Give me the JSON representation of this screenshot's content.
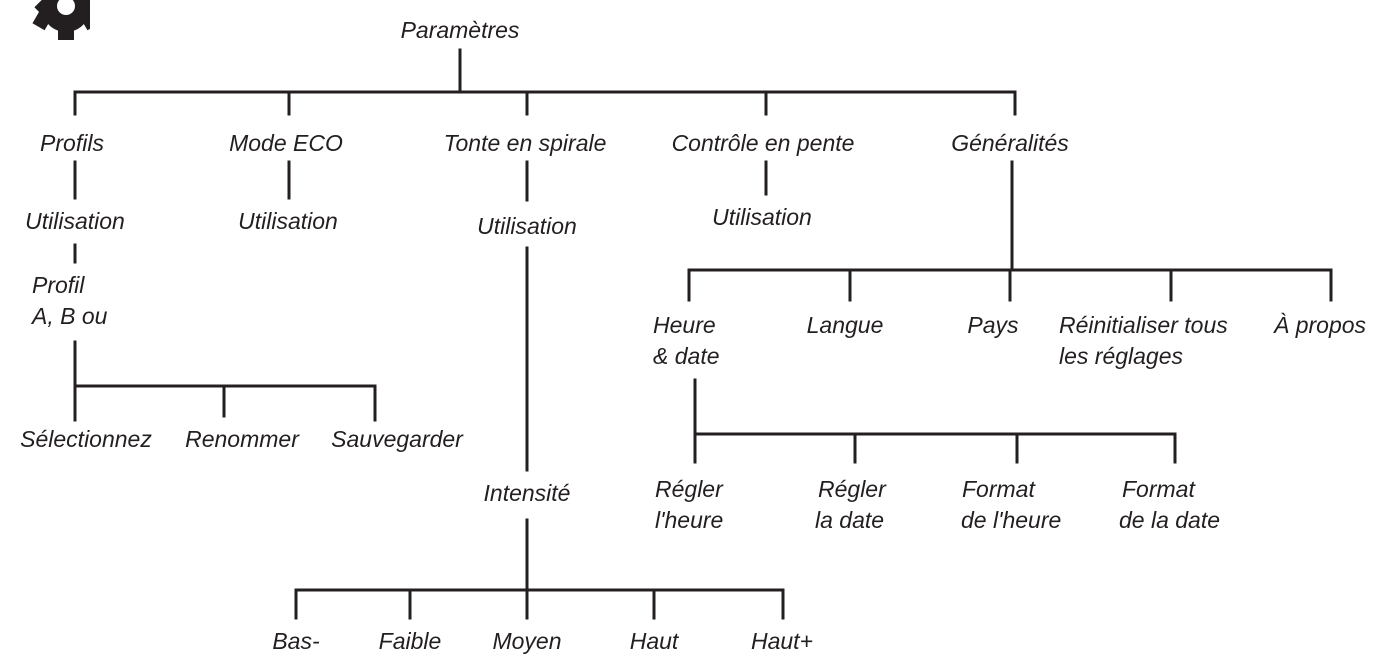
{
  "colors": {
    "line": "#231f20",
    "text": "#231f20",
    "background": "#ffffff"
  },
  "icon": "gear-icon",
  "root": "Paramètres",
  "branches": {
    "profiles": {
      "label": "Profils",
      "usage": "Utilisation",
      "sub_line1": "Profil",
      "sub_line2": "A, B ou",
      "actions": [
        "Sélectionnez",
        "Renommer",
        "Sauvegarder"
      ]
    },
    "eco": {
      "label": "Mode ECO",
      "usage": "Utilisation"
    },
    "spiral": {
      "label": "Tonte en spirale",
      "usage": "Utilisation",
      "intensity": "Intensité",
      "levels": [
        "Bas-",
        "Faible",
        "Moyen",
        "Haut",
        "Haut+"
      ]
    },
    "slope": {
      "label": "Contrôle en pente",
      "usage": "Utilisation"
    },
    "general": {
      "label": "Généralités",
      "children": [
        {
          "line1": "Heure",
          "line2": "& date"
        },
        {
          "line1": "Langue",
          "line2": ""
        },
        {
          "line1": "Pays",
          "line2": ""
        },
        {
          "line1": "Réinitialiser tous",
          "line2": "les réglages"
        },
        {
          "line1": "À propos",
          "line2": ""
        }
      ],
      "time_children": [
        {
          "line1": "Régler",
          "line2": "l'heure"
        },
        {
          "line1": "Régler",
          "line2": "la date"
        },
        {
          "line1": "Format",
          "line2": "de l'heure"
        },
        {
          "line1": "Format",
          "line2": "de la date"
        }
      ]
    }
  }
}
